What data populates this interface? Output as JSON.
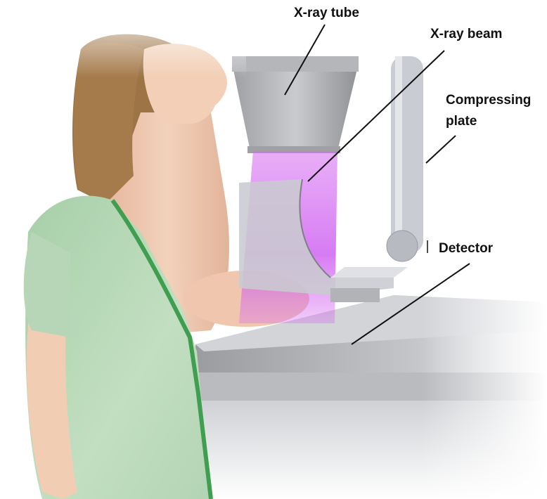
{
  "labels": {
    "xray_tube": "X-ray tube",
    "xray_beam": "X-ray beam",
    "compressing_plate_line1": "Compressing",
    "compressing_plate_line2": "plate",
    "detector": "Detector"
  },
  "colors": {
    "skin": "#f1cdb4",
    "hair": "#a07a4a",
    "gown": "#b9d8b9",
    "gown_trim": "#3f9e4f",
    "machine": "#c7c9cd",
    "beam": "#d66cf0"
  }
}
